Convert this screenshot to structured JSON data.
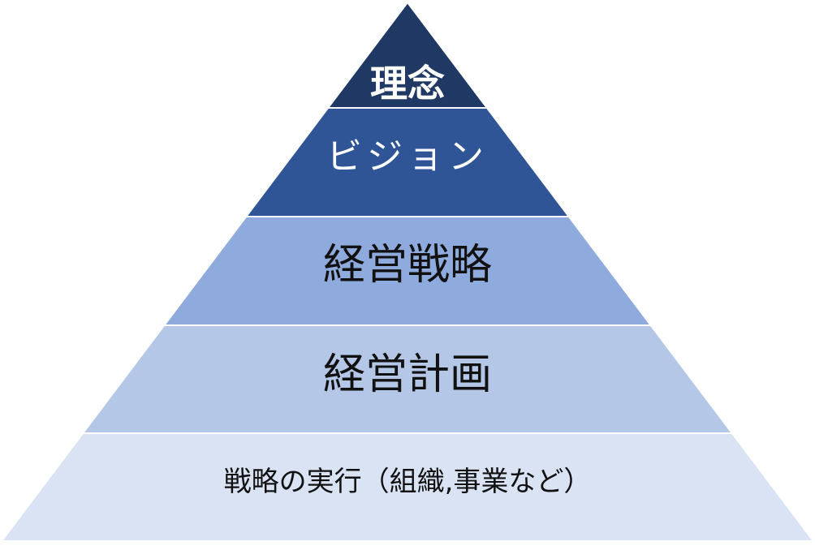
{
  "pyramid": {
    "tiers": [
      {
        "label": "理念",
        "fill": "#1f3864",
        "text_color": "#ffffff"
      },
      {
        "label": "ビジョン",
        "fill": "#2f5597",
        "text_color": "#ffffff"
      },
      {
        "label": "経営戦略",
        "fill": "#8faadc",
        "text_color": "#111111"
      },
      {
        "label": "経営計画",
        "fill": "#b4c7e7",
        "text_color": "#111111"
      },
      {
        "label": "戦略の実行（組織,事業など）",
        "fill": "#dae3f3",
        "text_color": "#111111"
      }
    ],
    "separator_color": "#ffffff"
  }
}
